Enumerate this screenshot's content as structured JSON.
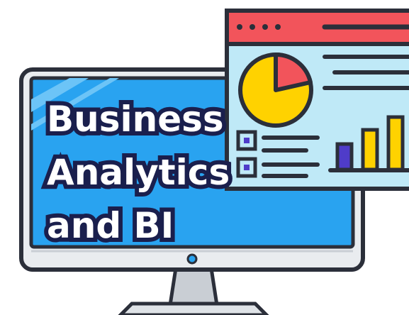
{
  "title": {
    "line1": "Business",
    "line2": "Analytics",
    "line3": "and BI"
  },
  "colors": {
    "outline": "#2b2f3a",
    "screen": "#29a3f0",
    "screen_highlight": "#6cc4f7",
    "bezel": "#e9ecef",
    "stand": "#c9ced4",
    "dashboard_bg": "#bfe9f7",
    "dashboard_header": "#f2545b",
    "pie_main": "#ffd200",
    "pie_slice": "#f2545b",
    "bar_purple": "#4f3cc9",
    "bar_yellow": "#ffd200",
    "title_fill": "#ffffff",
    "title_stroke": "#1a1f4d"
  },
  "icons": {
    "monitor": "monitor-icon",
    "dashboard": "dashboard-window-icon",
    "pie": "pie-chart-icon",
    "bars": "bar-chart-icon"
  }
}
